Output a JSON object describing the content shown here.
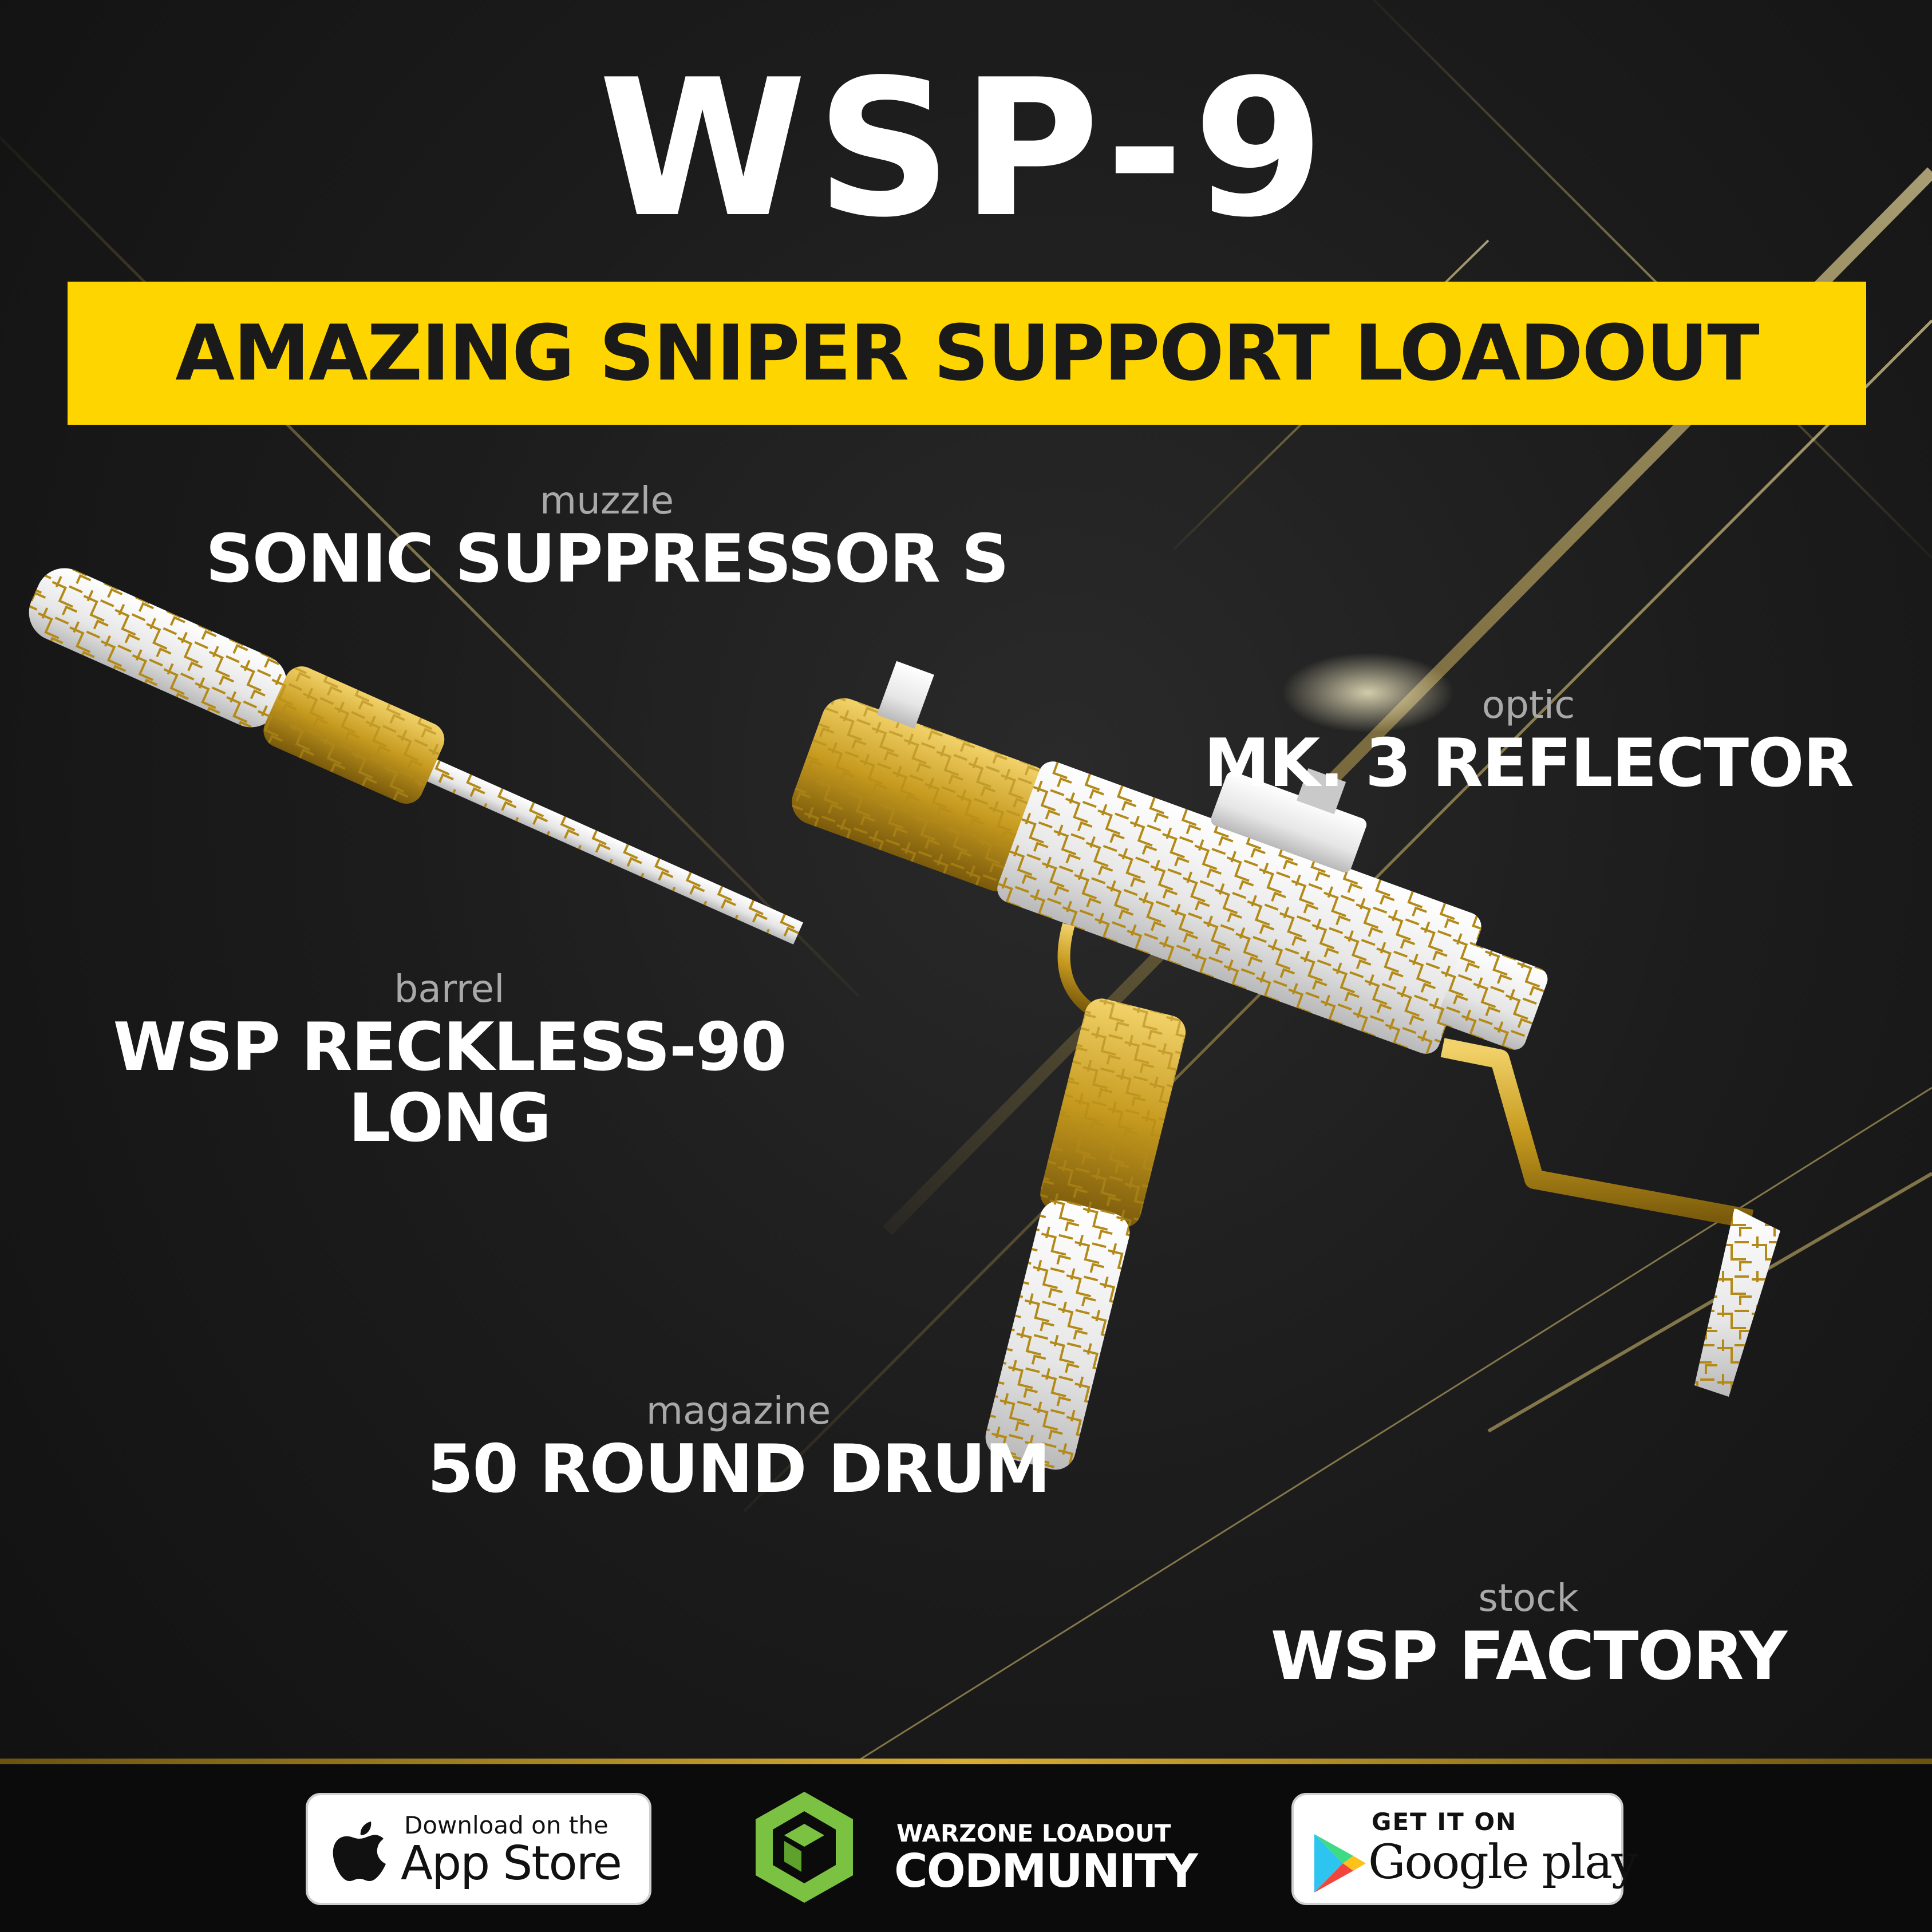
{
  "title": "WSP-9",
  "subtitle": "AMAZING SNIPER SUPPORT LOADOUT",
  "attachments": {
    "muzzle": {
      "label": "muzzle",
      "value": "SONIC SUPPRESSOR S"
    },
    "optic": {
      "label": "optic",
      "value": "MK. 3 REFLECTOR"
    },
    "barrel": {
      "label": "barrel",
      "value_line1": "WSP RECKLESS-90",
      "value_line2": "LONG"
    },
    "magazine": {
      "label": "magazine",
      "value": "50 ROUND DRUM"
    },
    "stock": {
      "label": "stock",
      "value": "WSP FACTORY"
    }
  },
  "footer": {
    "app_store": {
      "small": "Download on the",
      "big": "App Store",
      "icon": "apple-icon"
    },
    "logo": {
      "line1": "WARZONE LOADOUT",
      "line2": "CODMUNITY",
      "icon": "codmunity-hexagon-icon"
    },
    "google_play": {
      "small": "GET IT ON",
      "big": "Google play",
      "icon": "google-play-icon"
    }
  },
  "colors": {
    "banner": "#FFD500",
    "accent_gold": "#C9A227",
    "background": "#1c1c1c",
    "logo_green": "#7CC242"
  }
}
